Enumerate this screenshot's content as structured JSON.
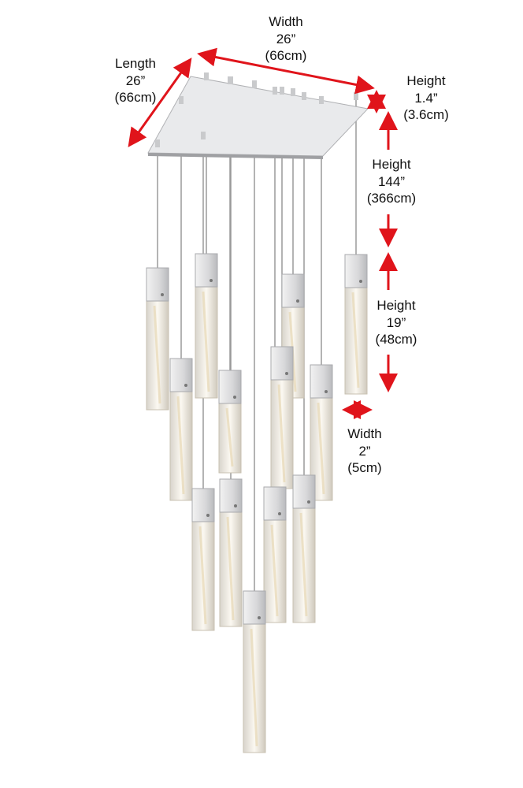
{
  "dimensions": {
    "overall_width": {
      "label": "Width",
      "imperial": "26”",
      "metric": "(66cm)"
    },
    "overall_length": {
      "label": "Length",
      "imperial": "26”",
      "metric": "(66cm)"
    },
    "canopy_height": {
      "label": "Height",
      "imperial": "1.4”",
      "metric": "(3.6cm)"
    },
    "max_height": {
      "label": "Height",
      "imperial": "144”",
      "metric": "(366cm)"
    },
    "pendant_height": {
      "label": "Height",
      "imperial": "19”",
      "metric": "(48cm)"
    },
    "pendant_width": {
      "label": "Width",
      "imperial": "2”",
      "metric": "(5cm)"
    }
  },
  "colors": {
    "arrow": "#e0141b",
    "chrome": "#d9dadc",
    "crystal": "#efe9dc"
  },
  "pendant_count": 13
}
